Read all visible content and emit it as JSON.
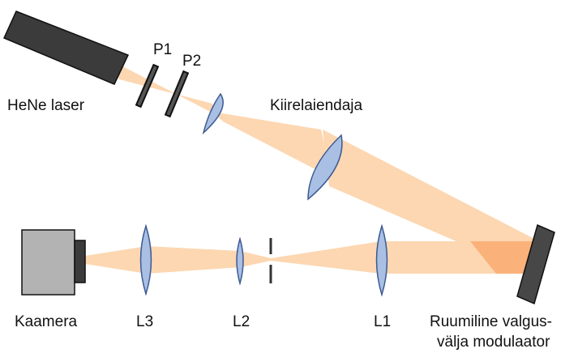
{
  "labels": {
    "laser": "HeNe laser",
    "p1": "P1",
    "p2": "P2",
    "expander": "Kiirelaiendaja",
    "camera": "Kaamera",
    "l3": "L3",
    "l2": "L2",
    "l1": "L1",
    "slm_line1": "Ruumiline valgus-",
    "slm_line2": "välja modulaator"
  },
  "colors": {
    "beam": "#fcd7b1",
    "beam_overlap": "#fab27a",
    "lens_fill": "#a9bfe4",
    "lens_stroke": "#3c5a92",
    "laser_body": "#3b3b3b",
    "camera_body": "#b3b3b3",
    "slm_body": "#474747"
  }
}
